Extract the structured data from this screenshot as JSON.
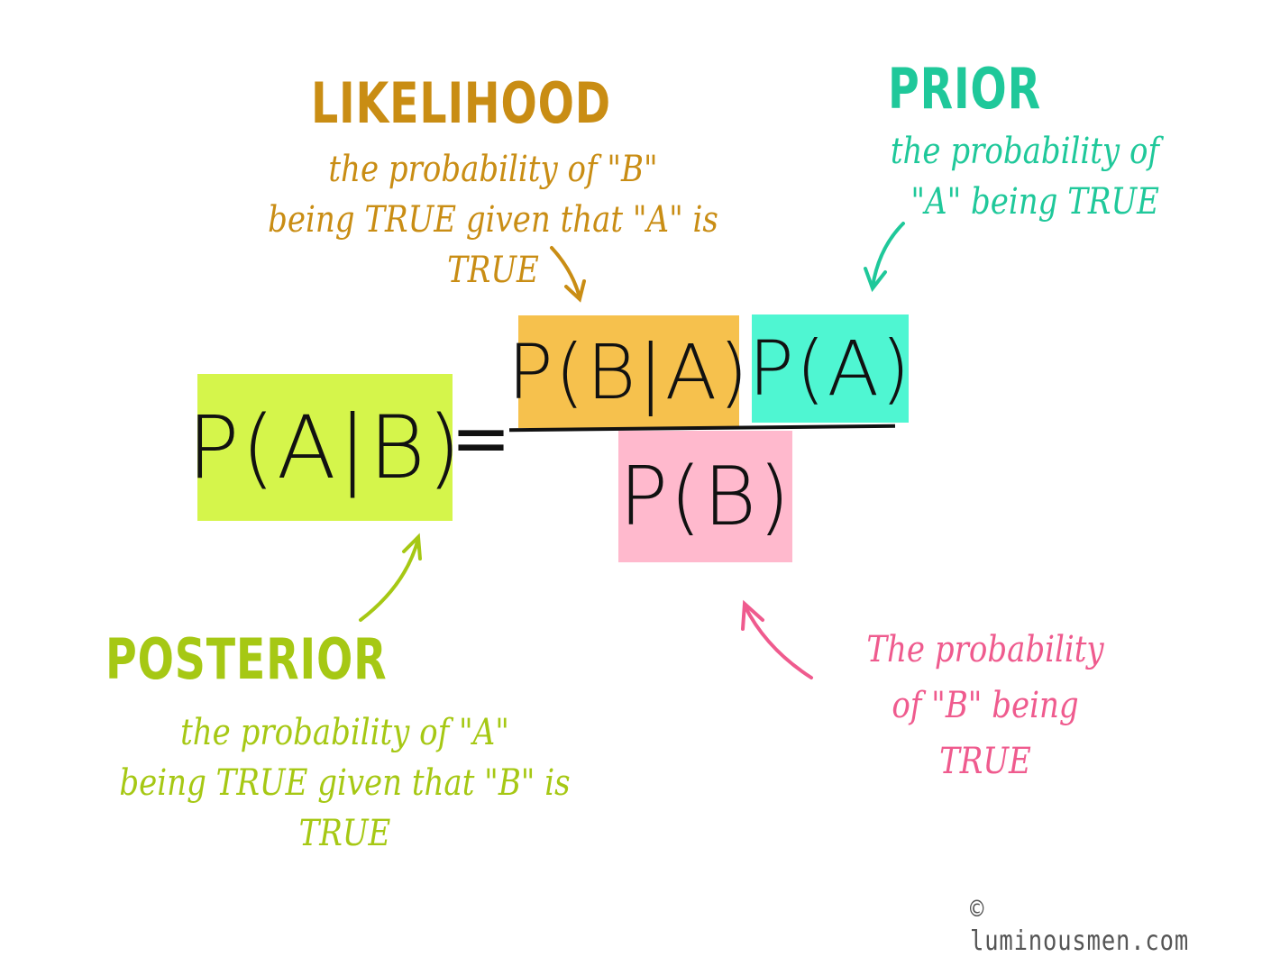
{
  "equation": {
    "posterior": "P(A|B)",
    "equals": "=",
    "likelihood": "P(B|A)",
    "prior": "P(A)",
    "evidence": "P(B)"
  },
  "labels": {
    "likelihood": {
      "title": "LIKELIHOOD",
      "line1": "the probability of \"B\"",
      "line2": "being TRUE given that \"A\" is TRUE"
    },
    "prior": {
      "title": "PRIOR",
      "line1": "the probability of",
      "line2": "\"A\" being TRUE"
    },
    "posterior": {
      "title": "POSTERIOR",
      "line1": "the probability of \"A\"",
      "line2": "being TRUE given that \"B\" is TRUE"
    },
    "evidence": {
      "line1": "The probability",
      "line2": "of \"B\" being",
      "line3": "TRUE"
    }
  },
  "credit": "© luminousmen.com",
  "colors": {
    "posterior_box": "#d5f54b",
    "likelihood_box": "#f6c14d",
    "prior_box": "#4ff6d2",
    "evidence_box": "#ffb9cd",
    "likelihood_text": "#c98d14",
    "prior_text": "#1fc89a",
    "posterior_text": "#a6c814",
    "evidence_text": "#ef5b8e"
  }
}
